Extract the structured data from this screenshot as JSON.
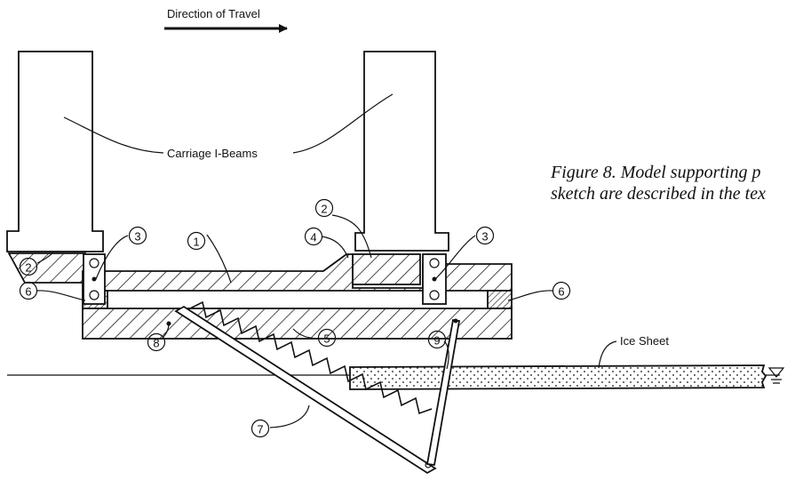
{
  "diagram": {
    "direction_label": "Direction of Travel",
    "beams_label": "Carriage I-Beams",
    "ice_label": "Ice Sheet",
    "caption_line1": "Figure 8. Model supporting p",
    "caption_line2": "sketch are described in the tex",
    "callouts": {
      "c1": "1",
      "c2_left": "2",
      "c2_right": "2",
      "c3_left": "3",
      "c3_right": "3",
      "c4": "4",
      "c5": "5",
      "c6_left": "6",
      "c6_right": "6",
      "c7": "7",
      "c8": "8",
      "c9": "9"
    }
  }
}
